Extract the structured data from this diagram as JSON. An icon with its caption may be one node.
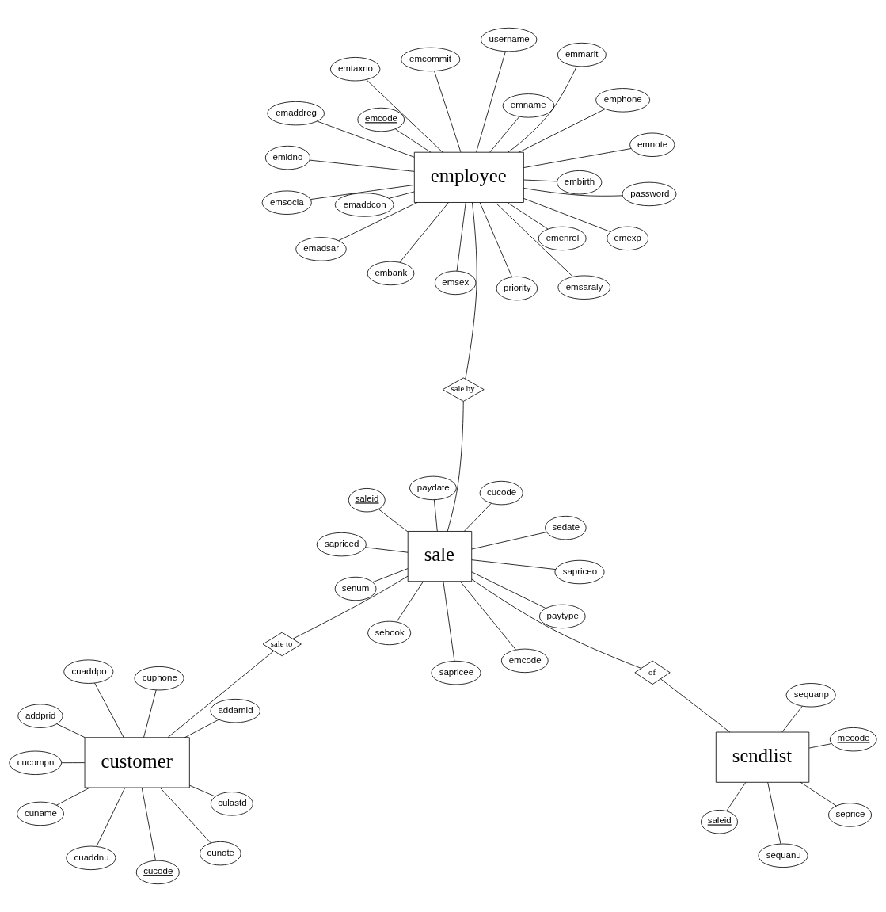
{
  "diagram": {
    "nodes": [
      {
        "text": [
          "customer"
        ]
      },
      {
        "text": [
          "addamid"
        ]
      },
      {
        "text": [
          "cuaddnu"
        ]
      },
      {
        "text": [
          "cuaddpo"
        ]
      },
      {
        "text": [
          "cuphone"
        ]
      },
      {
        "text": [
          "addprid"
        ]
      },
      {
        "text": [
          "cucompn"
        ]
      },
      {
        "text": [
          "culastd"
        ]
      },
      {
        "text": [
          "cuname"
        ]
      },
      {
        "text": [
          "cunote"
        ]
      },
      {
        "text": [
          "cucode"
        ]
      },
      {
        "text": [
          "saleid"
        ]
      },
      {
        "text": [
          "mecode"
        ]
      },
      {
        "text": [
          "sendlist"
        ]
      },
      {
        "text": [
          "sequanp"
        ]
      },
      {
        "text": [
          "sequanu"
        ]
      },
      {
        "text": [
          "seprice"
        ]
      },
      {
        "text": [
          "sale to"
        ]
      },
      {
        "text": [
          "of"
        ]
      },
      {
        "text": [
          "saleid"
        ]
      },
      {
        "text": [
          "sebook"
        ]
      },
      {
        "text": [
          "senum"
        ]
      },
      {
        "text": [
          "sedate"
        ]
      },
      {
        "text": [
          "cucode"
        ]
      },
      {
        "text": [
          "sale"
        ]
      },
      {
        "text": [
          "emcode"
        ]
      },
      {
        "text": [
          "sapriceo"
        ]
      },
      {
        "text": [
          "sapriced"
        ]
      },
      {
        "text": [
          "sapricee"
        ]
      },
      {
        "text": [
          "sale by"
        ]
      },
      {
        "text": [
          "paydate"
        ]
      },
      {
        "text": [
          "paytype"
        ]
      },
      {
        "text": [
          "employee"
        ]
      },
      {
        "text": [
          "emcode"
        ]
      },
      {
        "text": [
          "emname"
        ]
      },
      {
        "text": [
          "emsex"
        ]
      },
      {
        "text": [
          "embirth"
        ]
      },
      {
        "text": [
          "emmarit"
        ]
      },
      {
        "text": [
          "emidno"
        ]
      },
      {
        "text": [
          "emsocia"
        ]
      },
      {
        "text": [
          "emtaxno"
        ]
      },
      {
        "text": [
          "emaddreg"
        ]
      },
      {
        "text": [
          "emaddcon"
        ]
      },
      {
        "text": [
          "emphone"
        ]
      },
      {
        "text": [
          "emenrol"
        ]
      },
      {
        "text": [
          "embank"
        ]
      },
      {
        "text": [
          "emsaraly"
        ]
      },
      {
        "text": [
          "priority"
        ]
      },
      {
        "text": [
          "password"
        ]
      },
      {
        "text": [
          "emexp"
        ]
      },
      {
        "text": [
          "emadsar"
        ]
      },
      {
        "text": [
          "emnote"
        ]
      },
      {
        "text": [
          "username"
        ]
      },
      {
        "text": [
          "emcommit"
        ]
      }
    ],
    "edges": [
      {
        "from": 0,
        "to": 1,
        "arrow": "none"
      },
      {
        "from": 0,
        "to": 2,
        "arrow": "none"
      },
      {
        "from": 0,
        "to": 3,
        "arrow": "none"
      },
      {
        "from": 0,
        "to": 4,
        "arrow": "none"
      },
      {
        "from": 0,
        "to": 5,
        "arrow": "none"
      },
      {
        "from": 0,
        "to": 6,
        "arrow": "none"
      },
      {
        "from": 0,
        "to": 7,
        "arrow": "none"
      },
      {
        "from": 0,
        "to": 8,
        "arrow": "none"
      },
      {
        "from": 0,
        "to": 9,
        "arrow": "none"
      },
      {
        "from": 0,
        "to": 10,
        "arrow": "none"
      },
      {
        "from": 13,
        "to": 11,
        "arrow": "none"
      },
      {
        "from": 13,
        "to": 12,
        "arrow": "none"
      },
      {
        "from": 13,
        "to": 14,
        "arrow": "none"
      },
      {
        "from": 13,
        "to": 15,
        "arrow": "none"
      },
      {
        "from": 13,
        "to": 16,
        "arrow": "none"
      },
      {
        "from": 0,
        "to": 17,
        "arrow": "none"
      },
      {
        "from": 17,
        "to": 24,
        "arrow": "none"
      },
      {
        "from": 13,
        "to": 18,
        "arrow": "none"
      },
      {
        "from": 18,
        "to": 24,
        "arrow": "none"
      },
      {
        "from": 24,
        "to": 19,
        "arrow": "none"
      },
      {
        "from": 24,
        "to": 20,
        "arrow": "none"
      },
      {
        "from": 24,
        "to": 21,
        "arrow": "none"
      },
      {
        "from": 24,
        "to": 22,
        "arrow": "none"
      },
      {
        "from": 24,
        "to": 23,
        "arrow": "none"
      },
      {
        "from": 24,
        "to": 25,
        "arrow": "none"
      },
      {
        "from": 24,
        "to": 26,
        "arrow": "none"
      },
      {
        "from": 24,
        "to": 27,
        "arrow": "none"
      },
      {
        "from": 24,
        "to": 28,
        "arrow": "none"
      },
      {
        "from": 24,
        "to": 31,
        "arrow": "none"
      },
      {
        "from": 24,
        "to": 30,
        "arrow": "none"
      },
      {
        "from": 24,
        "to": 29,
        "arrow": "none"
      },
      {
        "from": 29,
        "to": 32,
        "arrow": "none"
      },
      {
        "from": 32,
        "to": 33,
        "arrow": "none"
      },
      {
        "from": 32,
        "to": 34,
        "arrow": "none"
      },
      {
        "from": 32,
        "to": 35,
        "arrow": "none"
      },
      {
        "from": 32,
        "to": 36,
        "arrow": "none"
      },
      {
        "from": 32,
        "to": 37,
        "arrow": "none"
      },
      {
        "from": 32,
        "to": 38,
        "arrow": "none"
      },
      {
        "from": 32,
        "to": 39,
        "arrow": "none"
      },
      {
        "from": 32,
        "to": 40,
        "arrow": "none"
      },
      {
        "from": 32,
        "to": 41,
        "arrow": "none"
      },
      {
        "from": 32,
        "to": 42,
        "arrow": "none"
      },
      {
        "from": 32,
        "to": 43,
        "arrow": "none"
      },
      {
        "from": 32,
        "to": 44,
        "arrow": "none"
      },
      {
        "from": 32,
        "to": 45,
        "arrow": "none"
      },
      {
        "from": 32,
        "to": 46,
        "arrow": "none"
      },
      {
        "from": 32,
        "to": 47,
        "arrow": "none"
      },
      {
        "from": 32,
        "to": 48,
        "arrow": "none"
      },
      {
        "from": 32,
        "to": 49,
        "arrow": "none"
      },
      {
        "from": 32,
        "to": 50,
        "arrow": "none"
      },
      {
        "from": 32,
        "to": 51,
        "arrow": "none"
      },
      {
        "from": 32,
        "to": 52,
        "arrow": "none"
      },
      {
        "from": 32,
        "to": 53,
        "arrow": "none"
      }
    ]
  }
}
